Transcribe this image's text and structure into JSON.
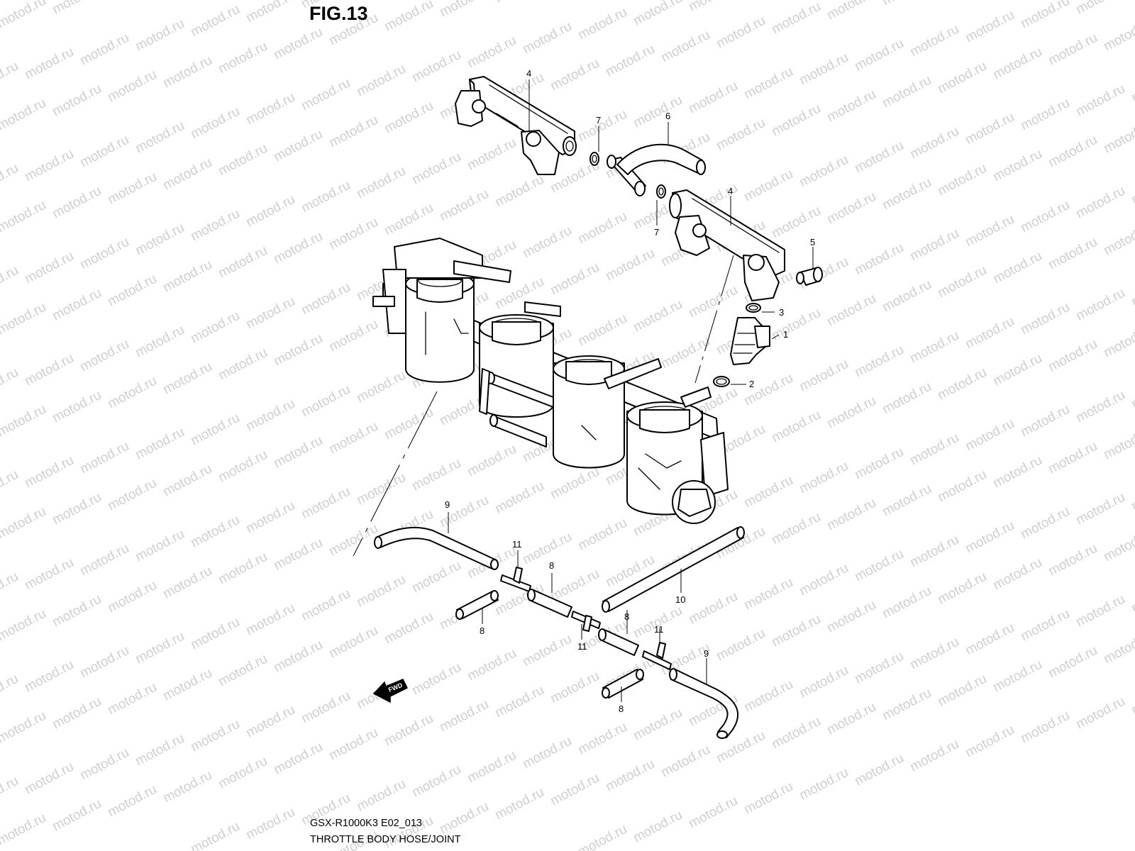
{
  "figure": {
    "title": "FIG.13",
    "code": "GSX-R1000K3 E02_013",
    "name": "THROTTLE BODY HOSE/JOINT"
  },
  "watermark": "motod.ru",
  "fwd_label": "FWD",
  "part_numbers": [
    "4",
    "7",
    "6",
    "4",
    "7",
    "5",
    "3",
    "1",
    "2",
    "9",
    "11",
    "8",
    "10",
    "8",
    "8",
    "11",
    "11",
    "9",
    "8"
  ],
  "colors": {
    "line": "#000000",
    "watermark": "#cfcfcf",
    "background": "#ffffff"
  }
}
